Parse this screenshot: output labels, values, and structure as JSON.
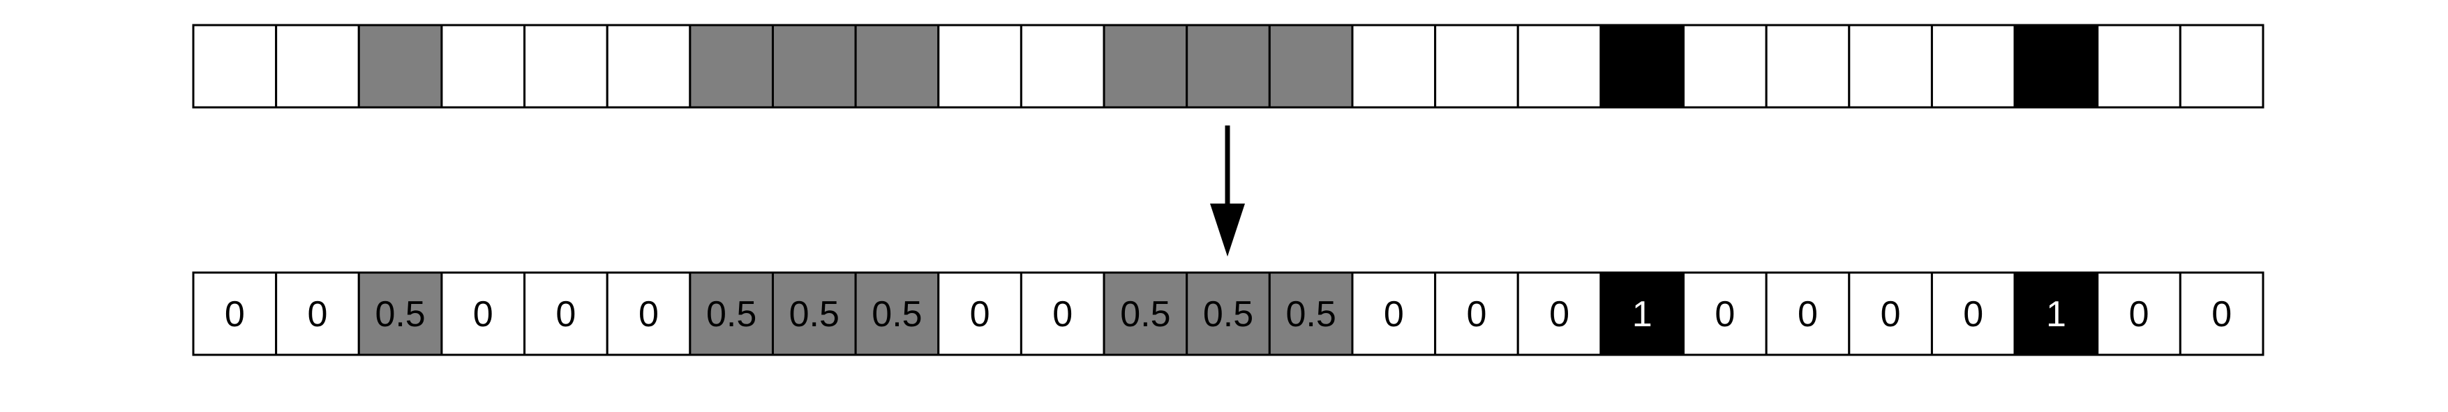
{
  "colors": {
    "empty": "#ffffff",
    "partial": "#808080",
    "full": "#000000",
    "border": "#000000",
    "arrow": "#000000",
    "text_dark": "#000000",
    "text_light": "#ffffff"
  },
  "top_row": {
    "cells": [
      "empty",
      "empty",
      "partial",
      "empty",
      "empty",
      "empty",
      "partial",
      "partial",
      "partial",
      "empty",
      "empty",
      "partial",
      "partial",
      "partial",
      "empty",
      "empty",
      "empty",
      "full",
      "empty",
      "empty",
      "empty",
      "empty",
      "full",
      "empty",
      "empty"
    ]
  },
  "arrow": {
    "direction": "down",
    "icon": "arrow-down-icon"
  },
  "bottom_row": {
    "cells": [
      {
        "fill": "empty",
        "label": "0"
      },
      {
        "fill": "empty",
        "label": "0"
      },
      {
        "fill": "partial",
        "label": "0.5"
      },
      {
        "fill": "empty",
        "label": "0"
      },
      {
        "fill": "empty",
        "label": "0"
      },
      {
        "fill": "empty",
        "label": "0"
      },
      {
        "fill": "partial",
        "label": "0.5"
      },
      {
        "fill": "partial",
        "label": "0.5"
      },
      {
        "fill": "partial",
        "label": "0.5"
      },
      {
        "fill": "empty",
        "label": "0"
      },
      {
        "fill": "empty",
        "label": "0"
      },
      {
        "fill": "partial",
        "label": "0.5"
      },
      {
        "fill": "partial",
        "label": "0.5"
      },
      {
        "fill": "partial",
        "label": "0.5"
      },
      {
        "fill": "empty",
        "label": "0"
      },
      {
        "fill": "empty",
        "label": "0"
      },
      {
        "fill": "empty",
        "label": "0"
      },
      {
        "fill": "full",
        "label": "1"
      },
      {
        "fill": "empty",
        "label": "0"
      },
      {
        "fill": "empty",
        "label": "0"
      },
      {
        "fill": "empty",
        "label": "0"
      },
      {
        "fill": "empty",
        "label": "0"
      },
      {
        "fill": "full",
        "label": "1"
      },
      {
        "fill": "empty",
        "label": "0"
      },
      {
        "fill": "empty",
        "label": "0"
      }
    ]
  }
}
